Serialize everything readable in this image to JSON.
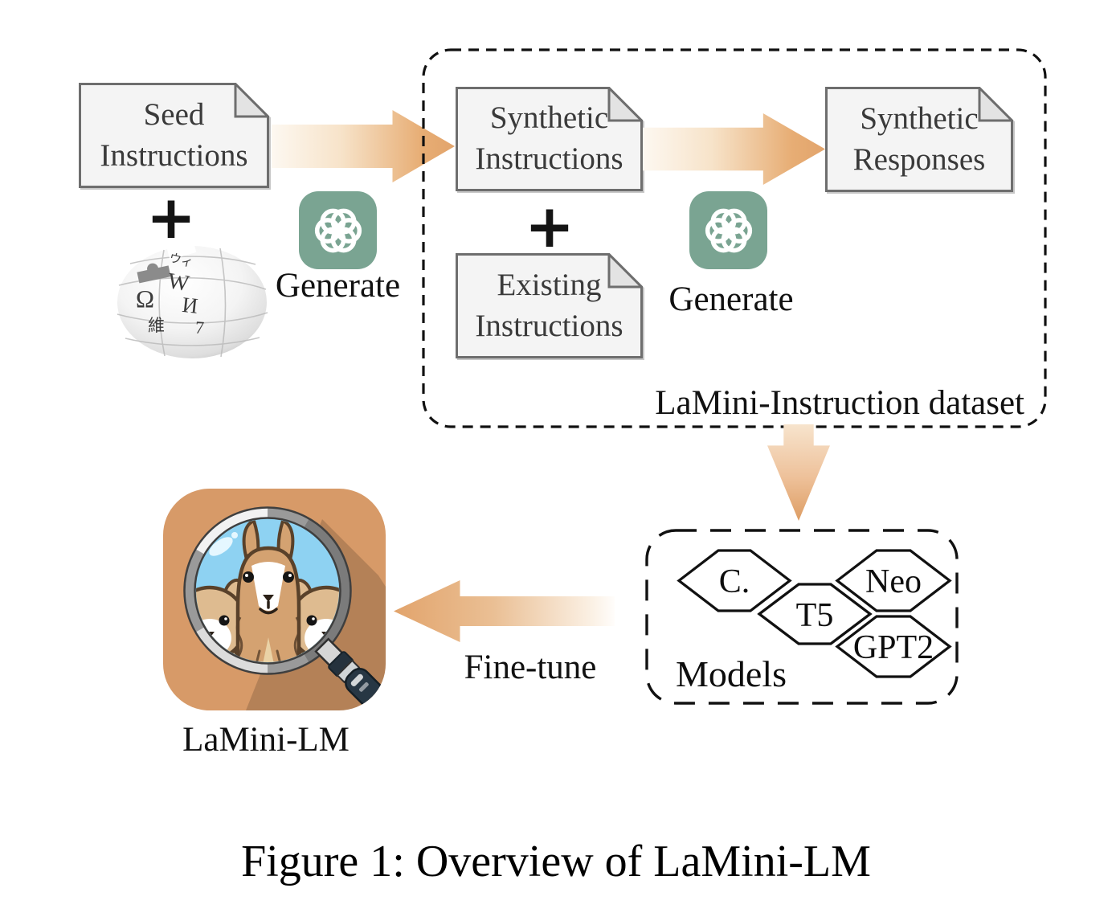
{
  "figure_caption": "Figure 1: Overview of LaMini-LM",
  "pipeline": {
    "seed_doc": {
      "line1": "Seed",
      "line2": "Instructions"
    },
    "plus_operator": "+",
    "generate_label_1": "Generate",
    "generate_label_2": "Generate",
    "synthetic_instructions_doc": {
      "line1": "Synthetic",
      "line2": "Instructions"
    },
    "existing_instructions_doc": {
      "line1": "Existing",
      "line2": "Instructions"
    },
    "synthetic_responses_doc": {
      "line1": "Synthetic",
      "line2": "Responses"
    },
    "dataset_label": "LaMini-Instruction dataset",
    "fine_tune_label": "Fine-tune",
    "lamini_label": "LaMini-LM"
  },
  "models_box": {
    "label": "Models",
    "hexagons": [
      "C.",
      "T5",
      "Neo",
      "GPT2"
    ]
  },
  "wikipedia_glyphs": {
    "wi": "ウィ",
    "w": "W",
    "omega": "Ω",
    "i": "И",
    "wei": "維",
    "seven": "7"
  },
  "icons": {
    "openai": "openai-logo",
    "wikipedia": "wikipedia-puzzle-globe",
    "lamini_lm": "lamini-lm-magnifier-llamas-app-icon"
  },
  "colors": {
    "arrow_orange": "#e2a46c",
    "openai_teal": "#7aa492",
    "doc_fill": "#f4f4f4",
    "doc_border": "#6e6e6e",
    "lamini_icon_bg": "#d79a68",
    "lens_blue": "#8ed2f2",
    "dashed_border": "#111111"
  }
}
